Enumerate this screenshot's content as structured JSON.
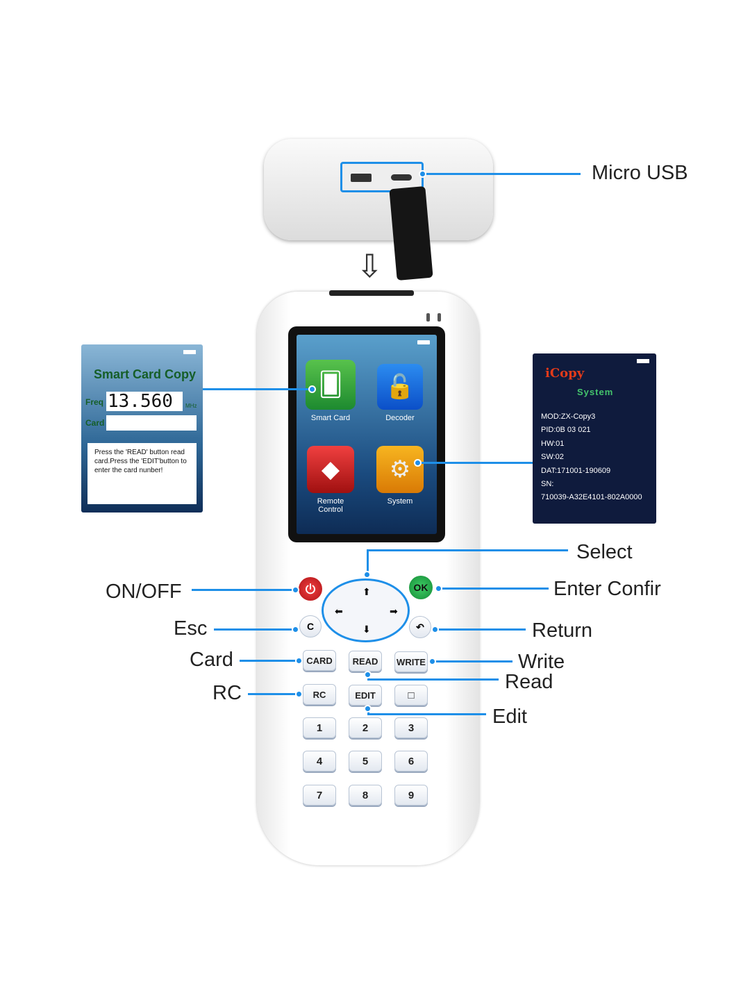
{
  "callouts": {
    "micro_usb": "Micro USB",
    "select": "Select",
    "enter": "Enter  Confir",
    "return": "Return",
    "write": "Write",
    "read": "Read",
    "edit": "Edit",
    "on_off": "ON/OFF",
    "esc": "Esc",
    "card": "Card",
    "rc": "RC"
  },
  "screen": {
    "apps": [
      {
        "label": "Smart Card",
        "icon": "card-hand-icon"
      },
      {
        "label": "Decoder",
        "icon": "unlock-icon"
      },
      {
        "label": "Remote Control",
        "icon": "remote-icon"
      },
      {
        "label": "System",
        "icon": "gears-icon"
      }
    ]
  },
  "smart_card_screen": {
    "title": "Smart Card Copy",
    "freq_label": "Freq",
    "freq_value": "13.560",
    "unit": "MHz",
    "card_label": "Card",
    "message": "Press the 'READ' button read card.Press the 'EDIT'button to enter the card nunber!"
  },
  "system_screen": {
    "logo": "iCopy",
    "title": "System",
    "lines": [
      "MOD:ZX-Copy3",
      "PID:0B 03 021",
      "HW:01",
      "SW:02",
      "DAT:171001-190609",
      "SN:",
      "710039-A32E4101-802A0000"
    ]
  },
  "keys": {
    "ok": "OK",
    "c": "C",
    "card": "CARD",
    "read": "READ",
    "write": "WRITE",
    "rc": "RC",
    "edit": "EDIT",
    "clear": "□",
    "digits": [
      "1",
      "2",
      "3",
      "4",
      "5",
      "6",
      "7",
      "8",
      "9"
    ]
  },
  "colors": {
    "accent": "#1e8fe8",
    "power": "#d9242b",
    "ok": "#23b04b"
  }
}
